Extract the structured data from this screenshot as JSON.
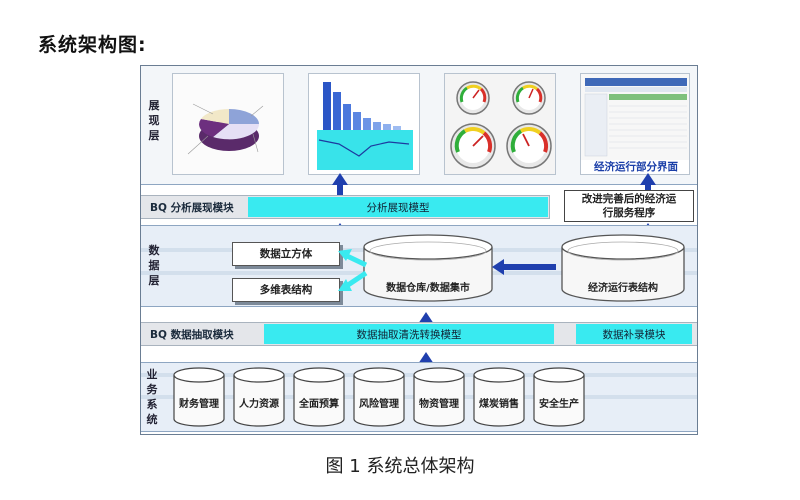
{
  "heading": "系统架构图:",
  "caption": "图 1 系统总体架构",
  "layers": {
    "presentation": "展现层",
    "data": "数据层",
    "business": "业务系统"
  },
  "analysis_module": {
    "label": "BQ 分析展现模块",
    "model": "分析展现模型"
  },
  "service_program": "改进完善后的经济运行服务程序",
  "dashboards": {
    "economic_caption": "经济运行部分界面"
  },
  "data_layer": {
    "cube": "数据立方体",
    "multi_table": "多维表结构",
    "warehouse": "数据仓库/数据集市",
    "econ_table": "经济运行表结构"
  },
  "extract_module": {
    "label": "BQ 数据抽取模块",
    "etl_model": "数据抽取清洗转换模型",
    "supplement": "数据补录模块"
  },
  "business_systems": [
    "财务管理",
    "人力资源",
    "全面预算",
    "风险管理",
    "物资管理",
    "煤炭销售",
    "安全生产"
  ],
  "colors": {
    "cyan": "#39eaf0",
    "arrow_blue": "#1f3fae",
    "band": "#e6eef7"
  }
}
